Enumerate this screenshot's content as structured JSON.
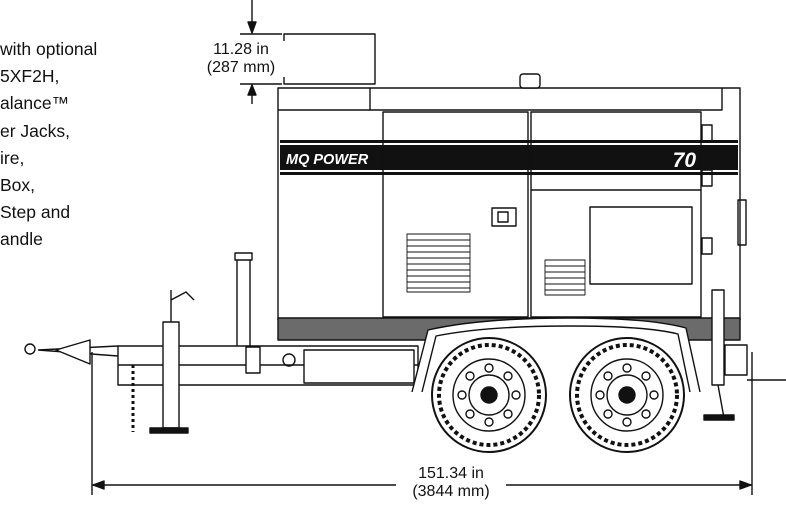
{
  "caption": {
    "lines": [
      "with optional",
      "5XF2H,",
      "alance™",
      "er Jacks,",
      "ire,",
      " Box,",
      " Step and",
      "andle"
    ]
  },
  "dimensions": {
    "height_value": "11.28 in",
    "height_metric": "(287 mm)",
    "length_value": "151.34 in",
    "length_metric": "(3844 mm)"
  },
  "branding": {
    "brand": "MQ POWER",
    "model": "70"
  }
}
